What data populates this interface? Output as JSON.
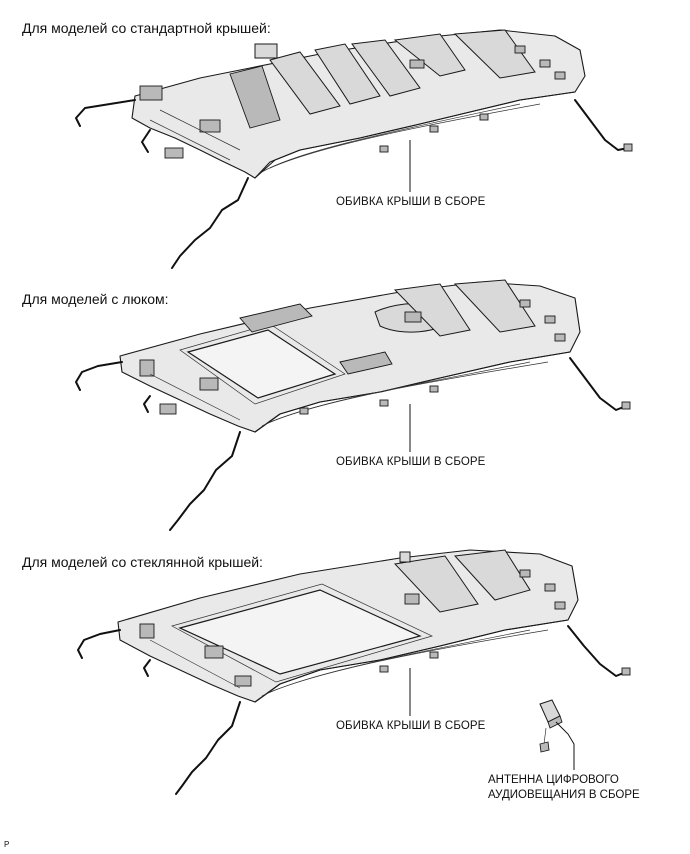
{
  "section_standard": {
    "heading": "Для моделей со стандартной крышей:",
    "callout": "ОБИВКА КРЫШИ В СБОРЕ"
  },
  "section_sunroof": {
    "heading": "Для моделей с люком:",
    "callout": "ОБИВКА КРЫШИ В СБОРЕ"
  },
  "section_glass": {
    "heading": "Для моделей со стеклянной крышей:",
    "callout": "ОБИВКА КРЫШИ В СБОРЕ",
    "antenna_line1": "АНТЕННА ЦИФРОВОГО",
    "antenna_line2": "АУДИОВЕЩАНИЯ В СБОРЕ"
  },
  "footer_mark": "P"
}
